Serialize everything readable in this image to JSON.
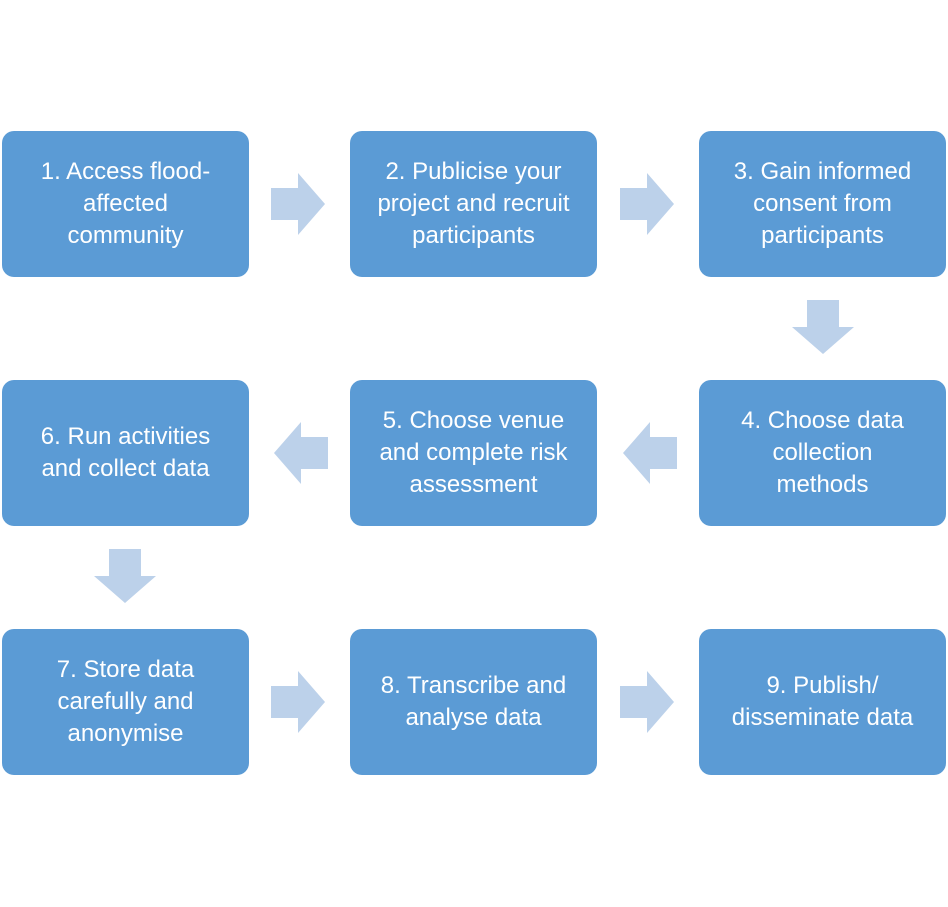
{
  "colors": {
    "box_fill": "#5b9bd5",
    "arrow_fill": "#bcd1ea",
    "text": "#ffffff",
    "background": "#ffffff"
  },
  "steps": [
    {
      "label": "1. Access flood-\naffected\ncommunity"
    },
    {
      "label": "2. Publicise your\nproject and recruit\nparticipants"
    },
    {
      "label": "3. Gain informed\nconsent from\nparticipants"
    },
    {
      "label": "4. Choose data\ncollection\nmethods"
    },
    {
      "label": "5. Choose venue\nand complete risk\nassessment"
    },
    {
      "label": "6. Run activities\nand collect data"
    },
    {
      "label": "7. Store data\ncarefully and\nanonymise"
    },
    {
      "label": "8. Transcribe and\nanalyse data"
    },
    {
      "label": "9. Publish/\ndisseminate data"
    }
  ],
  "arrows": [
    {
      "from": 1,
      "to": 2,
      "direction": "right"
    },
    {
      "from": 2,
      "to": 3,
      "direction": "right"
    },
    {
      "from": 3,
      "to": 4,
      "direction": "down"
    },
    {
      "from": 4,
      "to": 5,
      "direction": "left"
    },
    {
      "from": 5,
      "to": 6,
      "direction": "left"
    },
    {
      "from": 6,
      "to": 7,
      "direction": "down"
    },
    {
      "from": 7,
      "to": 8,
      "direction": "right"
    },
    {
      "from": 8,
      "to": 9,
      "direction": "right"
    }
  ]
}
